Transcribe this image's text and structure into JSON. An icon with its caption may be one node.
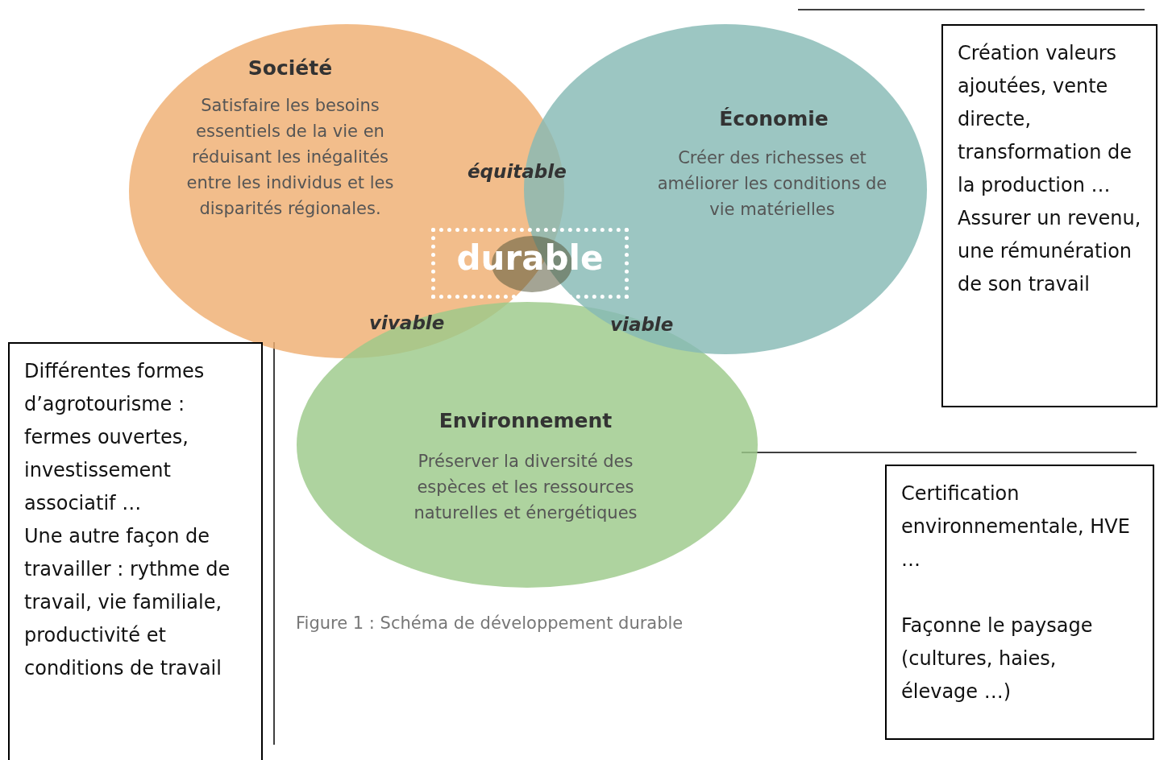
{
  "diagram": {
    "caption": "Figure 1 : Schéma de développement durable",
    "nodes": [
      {
        "text": [
          "Société",
          "Satisfaire les besoins essentiels de la vie en réduisant les inégalités entre les individus et les disparités régionales."
        ]
      },
      {
        "text": [
          "Économie",
          "Créer des richesses et améliorer les conditions de vie matérielles"
        ]
      },
      {
        "text": [
          "Création valeurs ajoutées, vente directe, transformation de la production …",
          "Assurer un revenu, une rémunération de son travail"
        ]
      },
      {
        "text": [
          "durable"
        ]
      },
      {
        "text": [
          "Environnement",
          "Préserver la diversité des espèces et les ressources naturelles et énergétiques"
        ]
      },
      {
        "text": [
          "Différentes formes d’agrotourisme : fermes ouvertes, investissement associatif …",
          "Une autre façon de travailler : rythme de travail, vie familiale, productivité et conditions de travail"
        ]
      },
      {
        "text": [
          "Certification environnementale, HVE …",
          "Façonne le paysage (cultures, haies, élevage …)"
        ]
      }
    ],
    "edges": [],
    "labels": [
      "équitable",
      "vivable",
      "viable"
    ]
  }
}
